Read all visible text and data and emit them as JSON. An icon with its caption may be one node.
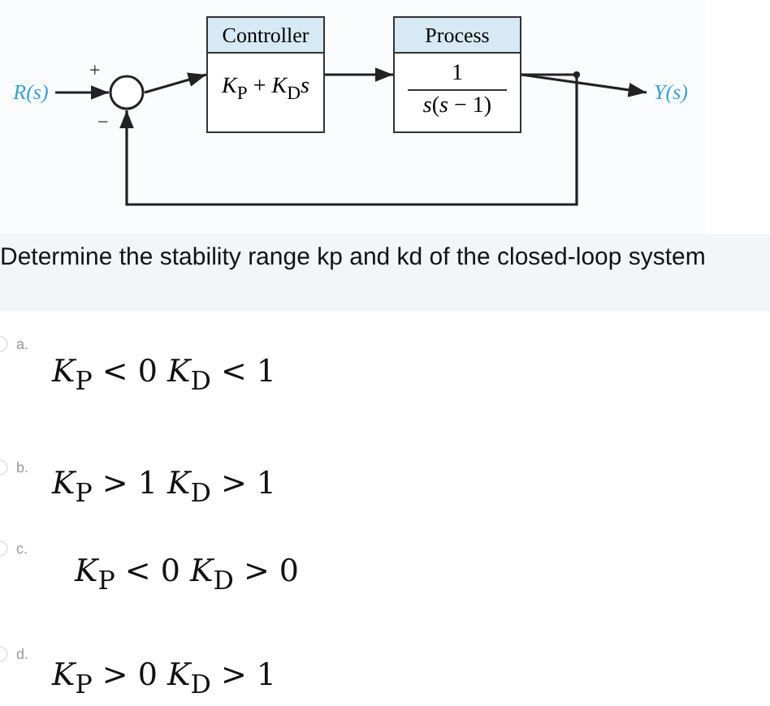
{
  "diagram": {
    "nodes": [
      {
        "text": [
          "R(s)"
        ]
      },
      {
        "text": [],
        "shape": "circle"
      },
      {
        "text": [
          "Controller",
          "*K*$_{P}$ + *K*$_{D}$*s*"
        ]
      },
      {
        "text": [
          "Process",
          "1",
          "*s*(*s* − 1)"
        ]
      },
      {
        "text": [
          "Y(s)"
        ]
      }
    ],
    "edges": [
      {
        "from": 0,
        "to": 1,
        "arrow": "to"
      },
      {
        "from": 1,
        "to": 2,
        "arrow": "to"
      },
      {
        "from": 2,
        "to": 3,
        "arrow": "to"
      },
      {
        "from": 3,
        "to": 4,
        "arrow": "to"
      },
      {
        "from": 3,
        "to": 1,
        "arrow": "to"
      }
    ],
    "labels": [
      "+",
      "−",
      "Determine the stability range kp and kd of the closed-loop system",
      "a.",
      "*K*$_{P}$ < 0  *K*$_{D}$ < 1",
      "b.",
      "*K*$_{P}$ > 1  *K*$_{D}$ > 1",
      "c.",
      "*K*$_{P}$ < 0  *K*$_{D}$ > 0",
      "d.",
      "*K*$_{P}$ > 0  *K*$_{D}$ > 1"
    ]
  }
}
